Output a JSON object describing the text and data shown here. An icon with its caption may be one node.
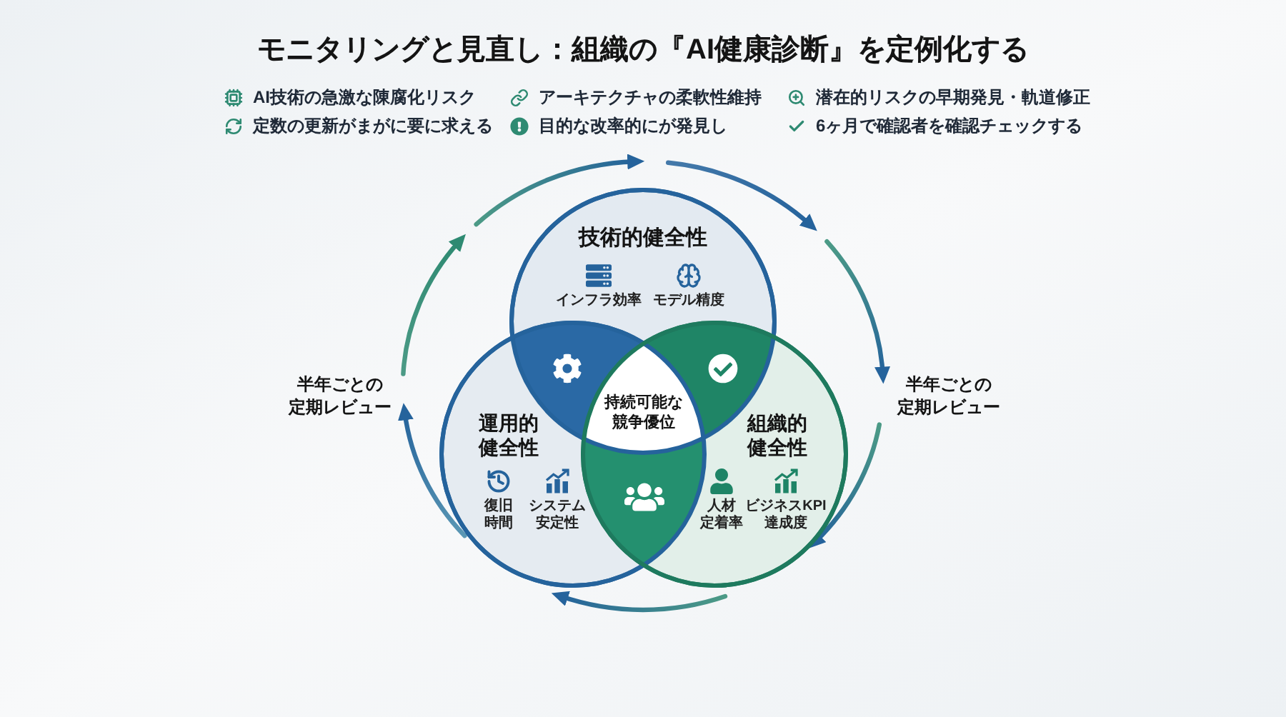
{
  "diagram": {
    "title": "モニタリングと見直し：組織の『AI健康診断』を定例化する",
    "nodes": [
      {
        "text": [
          "技術的健全性",
          "インフラ効率",
          "モデル精度"
        ]
      },
      {
        "text": [
          "運用的健全性",
          "復旧時間",
          "システム安定性"
        ]
      },
      {
        "text": [
          "組織的健全性",
          "人材定着率",
          "ビジネスKPI達成度"
        ]
      },
      {
        "text": [
          "持続可能な競争優位"
        ]
      }
    ],
    "labels": [
      "AI技術の急激な陳腐化リスク",
      "アーキテクチャの柔軟性維持",
      "潜在的リスクの早期発見・軌道修正",
      "定数の更新がまがに要に求える",
      "目的な改率的にが発見し",
      "6ヶ月で確認者を確認チェックする",
      "半年ごとの定期レビュー",
      "半年ごとの定期レビュー"
    ]
  }
}
